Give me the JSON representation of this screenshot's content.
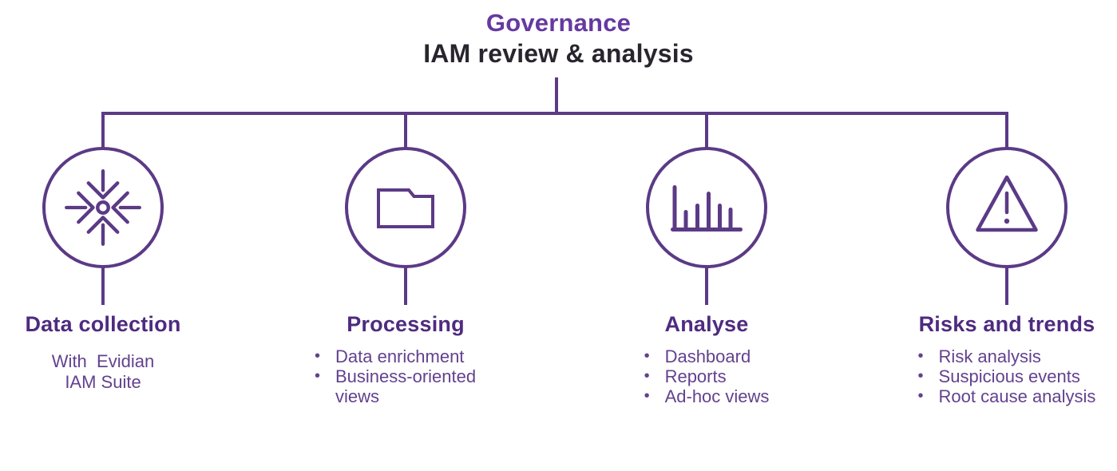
{
  "ui": {
    "bullet": "•"
  },
  "colors": {
    "line_purple": "#5B3A86",
    "title_purple": "#6639A0",
    "heading_purple": "#4E2B80",
    "body_purple": "#63418F",
    "dark_text": "#29252E"
  },
  "title": {
    "category": "Governance",
    "name": "IAM review & analysis"
  },
  "columns": [
    {
      "heading": "Data collection",
      "icon": "converge-arrows-icon",
      "note": "With  Evidian\nIAM Suite",
      "items": []
    },
    {
      "heading": "Processing",
      "icon": "folder-icon",
      "note": "",
      "items": [
        "Data enrichment",
        "Business-oriented views"
      ]
    },
    {
      "heading": "Analyse",
      "icon": "bar-chart-icon",
      "note": "",
      "items": [
        "Dashboard",
        "Reports",
        "Ad-hoc views"
      ]
    },
    {
      "heading": "Risks and trends",
      "icon": "warning-triangle-icon",
      "note": "",
      "items": [
        "Risk analysis",
        "Suspicious events",
        "Root cause analysis"
      ]
    }
  ]
}
